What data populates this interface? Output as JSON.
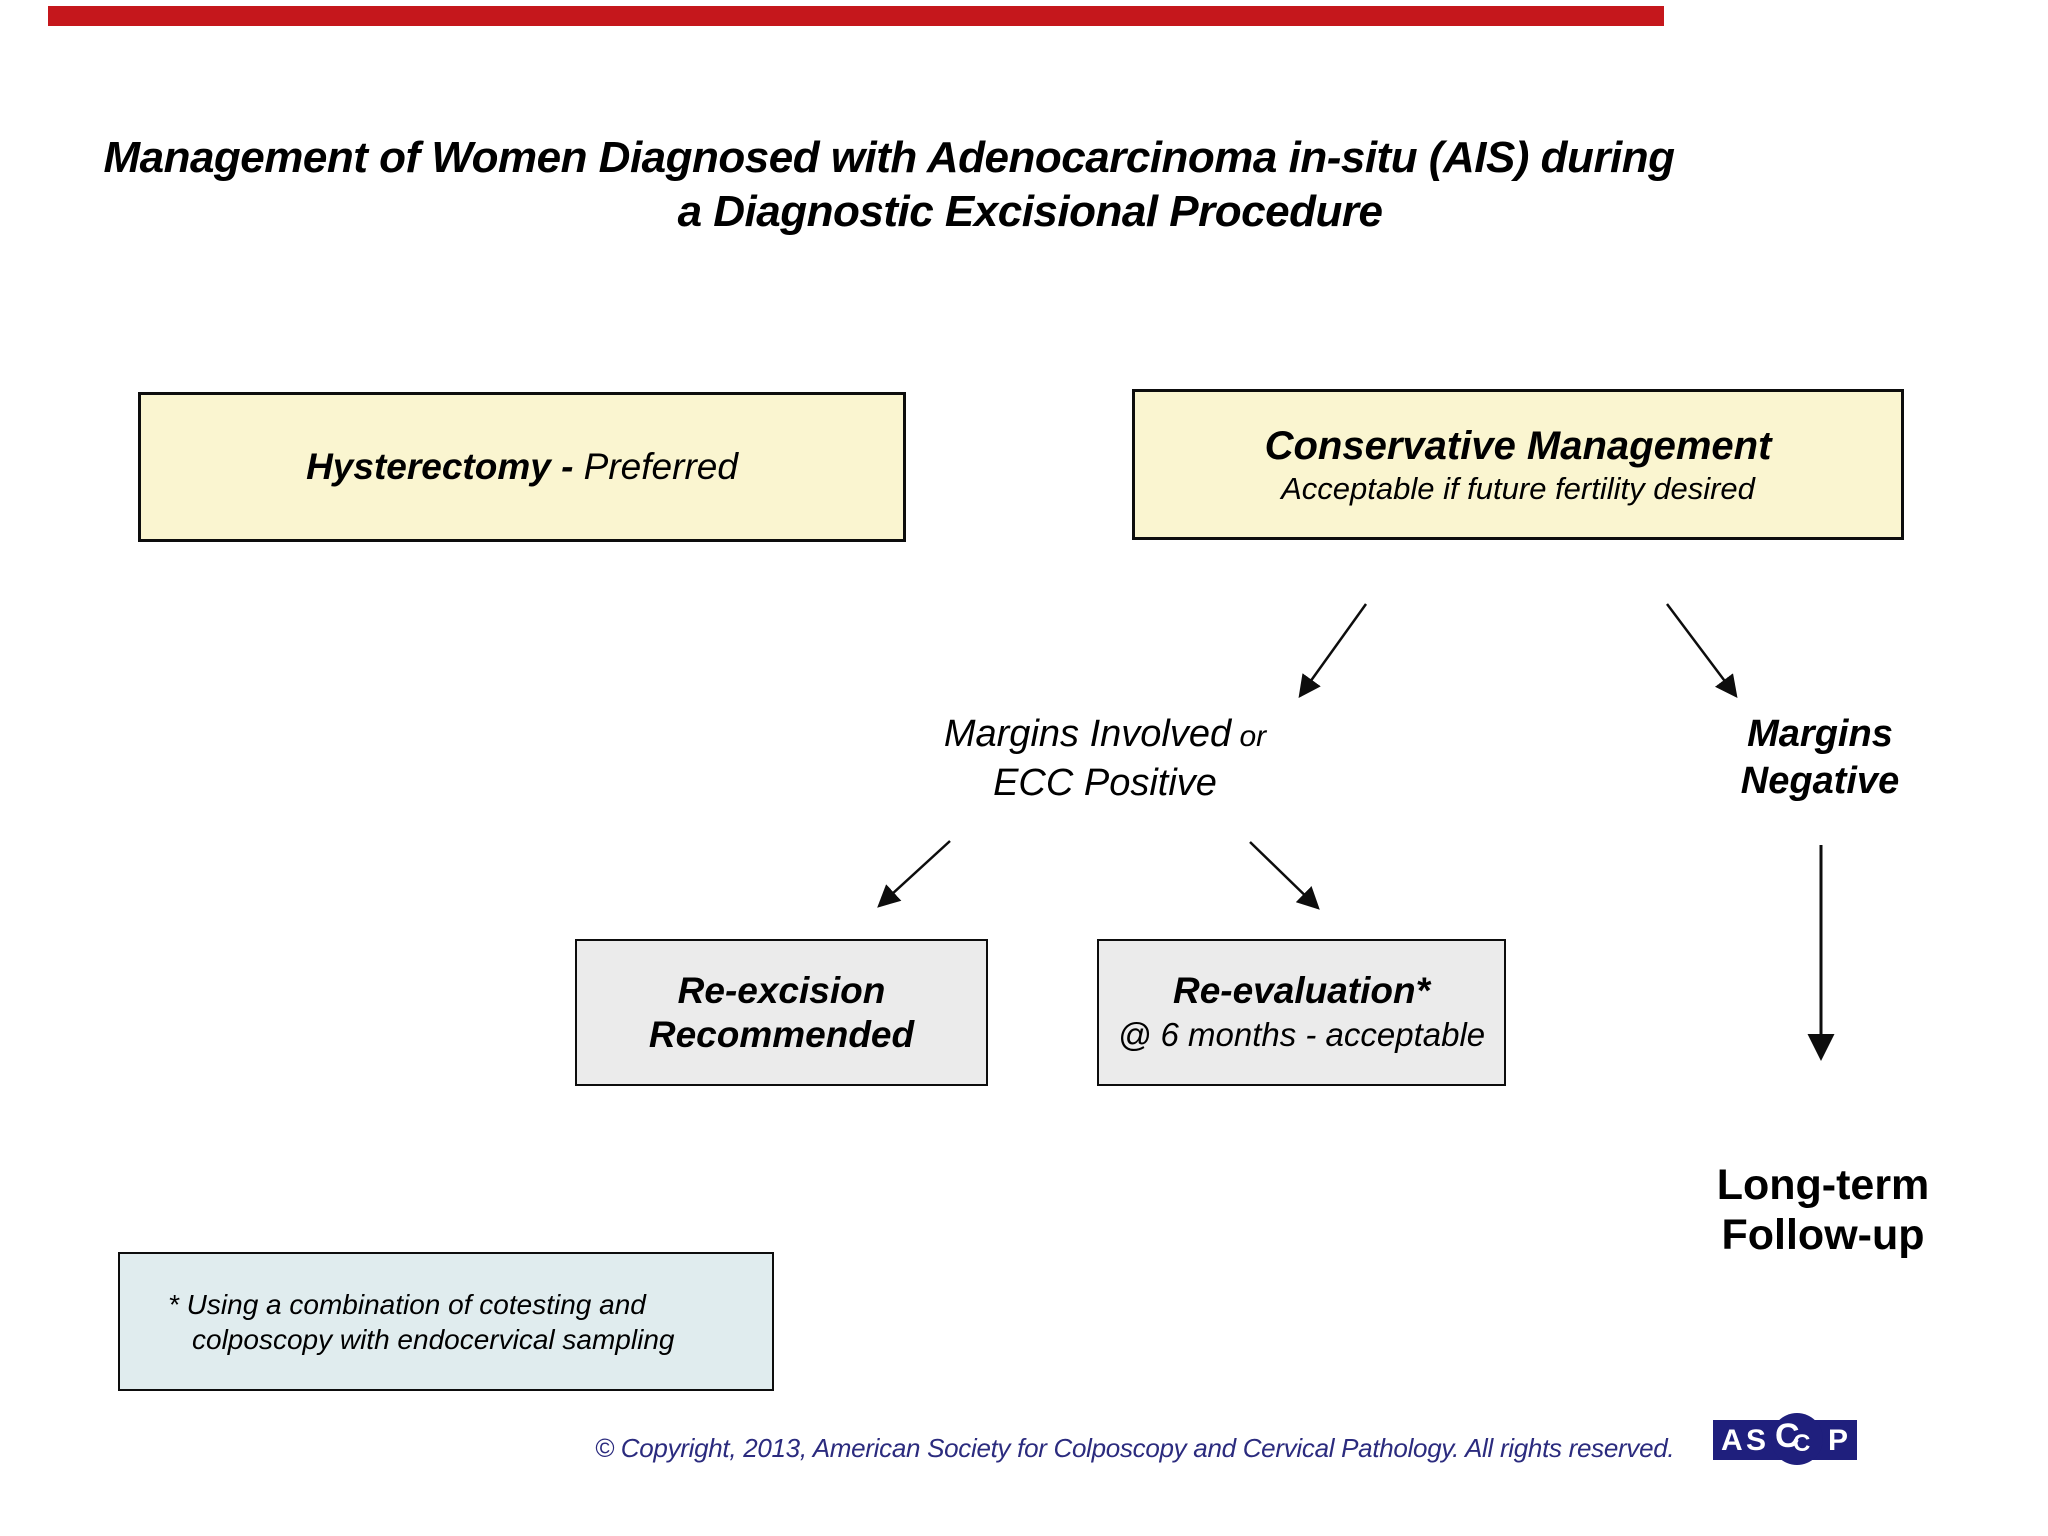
{
  "title": {
    "line1": "Management of Women Diagnosed with Adenocarcinoma in-situ (AIS) during",
    "line2": "a Diagnostic Excisional Procedure"
  },
  "boxes": {
    "hysterectomy": {
      "bold": "Hysterectomy -",
      "rest": " Preferred"
    },
    "conservative": {
      "heading": "Conservative Management",
      "sub": "Acceptable if future fertility desired"
    },
    "reexcision": {
      "line1": "Re-excision",
      "line2": "Recommended"
    },
    "reevaluation": {
      "line1": "Re-evaluation*",
      "line2": "@ 6 months - acceptable"
    }
  },
  "labels": {
    "margins_involved_main": "Margins Involved",
    "margins_involved_or": " or",
    "margins_involved_line2": "ECC Positive",
    "margins_negative_line1": "Margins",
    "margins_negative_line2": "Negative",
    "longterm_line1": "Long-term",
    "longterm_line2": "Follow-up"
  },
  "footnote": {
    "line1": "* Using a combination of cotesting and",
    "line2": "colposcopy with endocervical sampling"
  },
  "footer": {
    "copyright": "© Copyright, 2013, American Society for Colposcopy and Cervical Pathology.  All rights reserved.",
    "logo_letters": [
      "A",
      "S",
      "C",
      "C",
      "P"
    ]
  },
  "colors": {
    "accent_red": "#C5171C",
    "box_yellow": "#FAF5D0",
    "box_gray": "#EBEBEB",
    "box_blue": "#E0ECEE",
    "navy_text": "#2B2B7E",
    "navy_logo": "#1F1F7D",
    "arrow_black": "#0d0d0d"
  }
}
